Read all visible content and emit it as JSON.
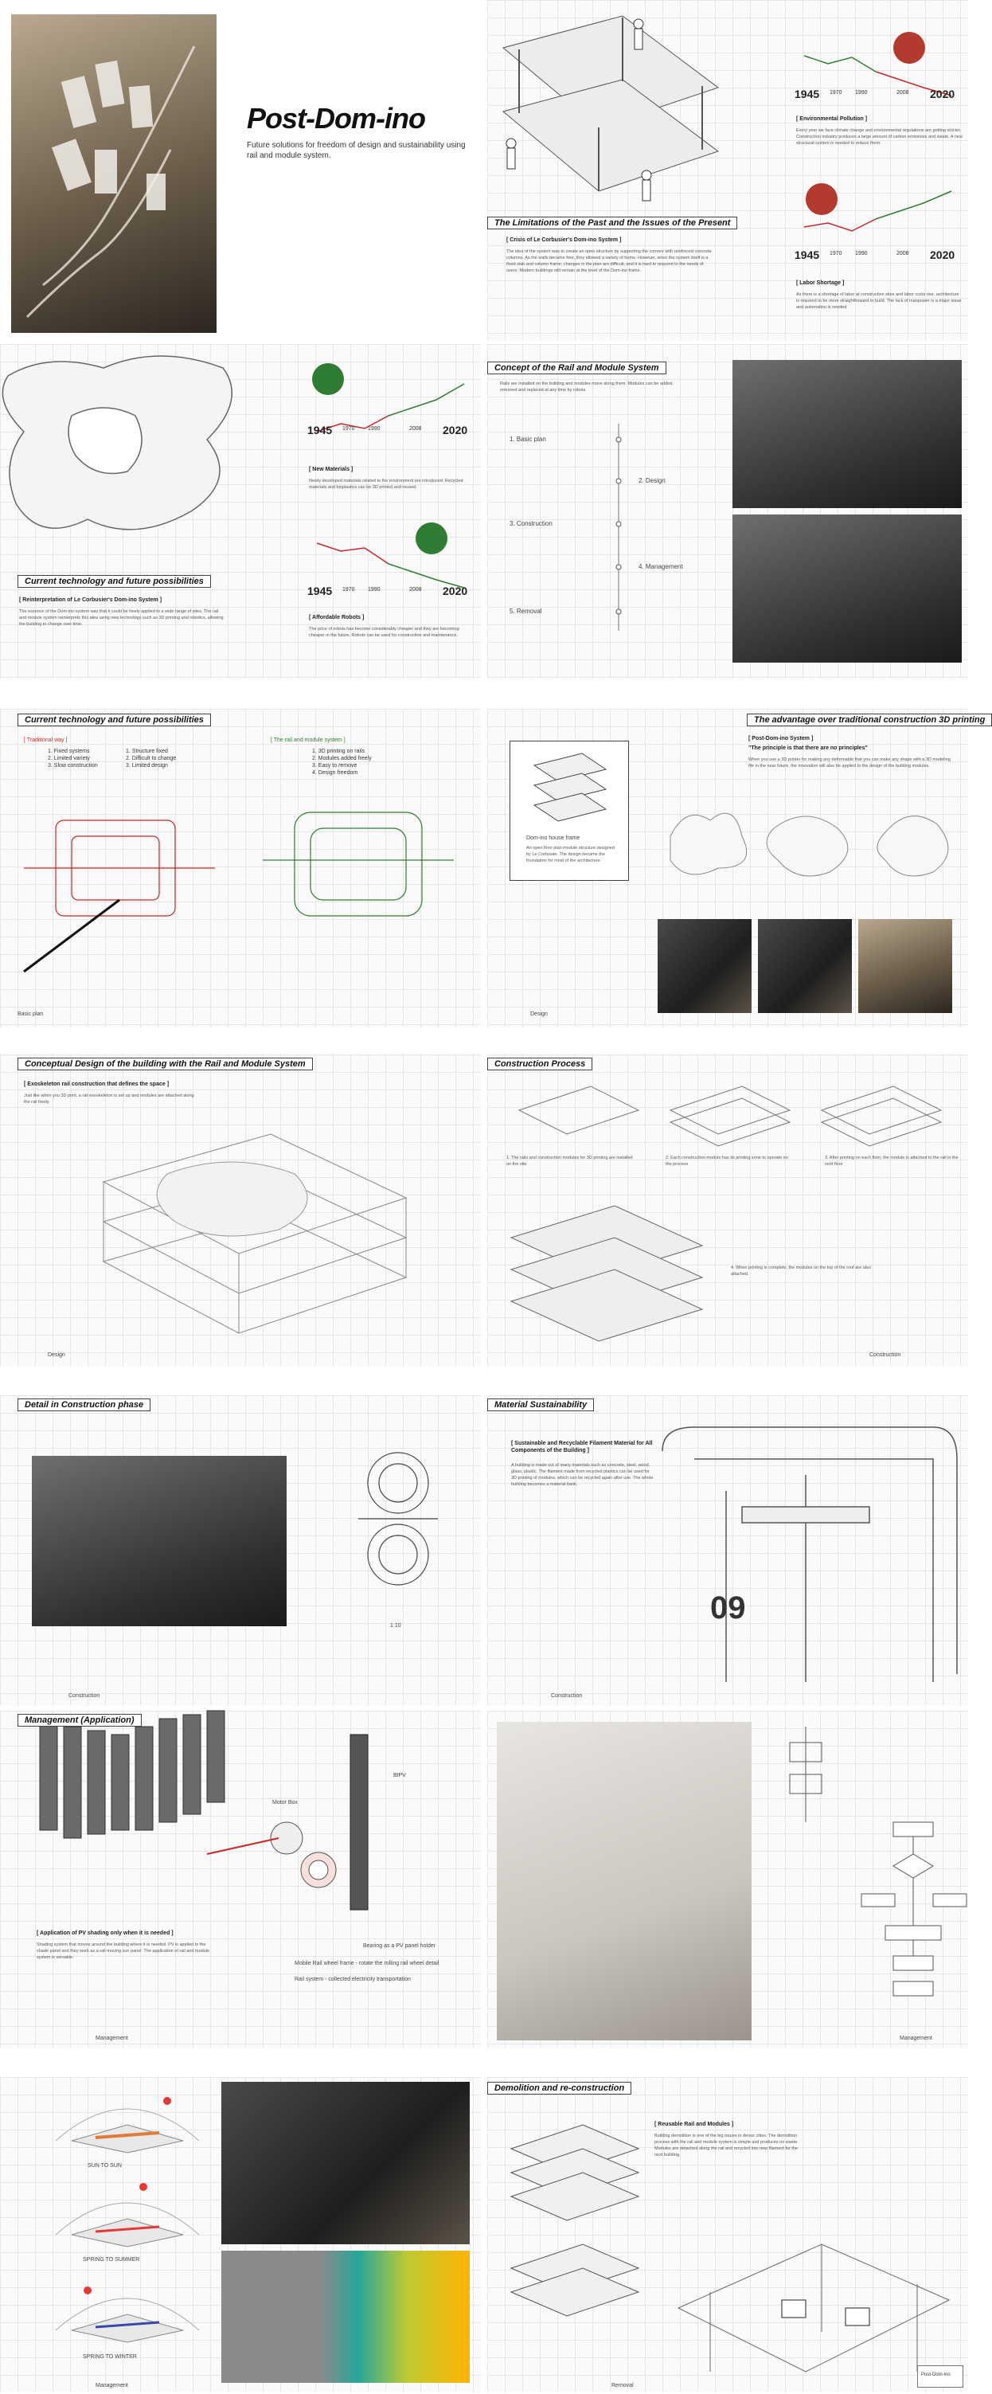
{
  "hero": {
    "title": "Post-Dom-ino",
    "subtitle": "Future solutions for freedom of design and sustainability using rail and module system."
  },
  "limitations": {
    "title": "The Limitations of the Past and the Issues of the Present",
    "crisis_heading": "[ Crisis of Le Corbusier's Dom-ino System ]",
    "crisis_body": "The idea of the system was to create an open structure by supporting the corners with reinforced concrete columns. As the walls became free, they allowed a variety of forms. However, since the system itself is a fixed slab and column frame, changes in the plan are difficult, and it is hard to respond to the needs of users. Modern buildings still remain at the level of the Dom-ino frame."
  },
  "pollution": {
    "heading": "[ Environmental Pollution ]",
    "body": "Every year we face climate change and environmental regulations are getting stricter. Construction industry produces a large amount of carbon emissions and waste. A new structural system is needed to reduce them.",
    "years": [
      "1945",
      "1970",
      "1990",
      "2008",
      "2020"
    ]
  },
  "labor": {
    "heading": "[ Labor Shortage ]",
    "body": "As there is a shortage of labor at construction sites and labor costs rise, architecture is required to be more straightforward to build. The lack of manpower is a major issue and automation is needed.",
    "years": [
      "1945",
      "1970",
      "1990",
      "2008",
      "2020"
    ]
  },
  "current_tech": {
    "title": "Current technology and future possibilities",
    "heading": "[ Reinterpretation of Le Corbusier's Dom-ino System ]",
    "body": "The essence of the Dom-ino system was that it could be freely applied to a wide range of sites. The rail and module system reinterprets this idea using new technology such as 3D printing and robotics, allowing the building to change over time."
  },
  "materials": {
    "heading": "[ New Materials ]",
    "body": "Newly developed materials related to the environment are introduced. Recycled materials and bioplastics can be 3D printed and reused.",
    "years": [
      "1945",
      "1970",
      "1990",
      "2008",
      "2020"
    ]
  },
  "robots": {
    "heading": "[ Affordable Robots ]",
    "body": "The price of robots has become considerably cheaper and they are becoming cheaper in the future. Robots can be used for construction and maintenance.",
    "years": [
      "1945",
      "1970",
      "1990",
      "2008",
      "2020"
    ]
  },
  "concept": {
    "title": "Concept of the Rail and Module System",
    "body": "Rails are installed on the building and modules move along them. Modules can be added, removed and replaced at any time by robots.",
    "steps": [
      "1. Basic plan",
      "2. Design",
      "3. Construction",
      "4. Management",
      "5. Removal"
    ]
  },
  "comparison": {
    "title": "Current technology and future possibilities",
    "traditional_label": "[ Traditional way ]",
    "rail_label": "[ The rail and module system ]",
    "traditional_items": [
      "1. Fixed systems",
      "2. Limited variety",
      "3. Slow construction"
    ],
    "traditional_cons": [
      "1. Structure fixed",
      "2. Difficult to change",
      "3. Limited design"
    ],
    "rail_items": [
      "1. 3D printing on rails",
      "2. Modules added freely",
      "3. Easy to remove",
      "4. Design freedom"
    ],
    "basic_plan_caption": "Basic plan"
  },
  "advantage": {
    "title": "The advantage over traditional construction 3D printing",
    "heading": "[ Post-Dom-ino System ]",
    "quote": "\"The principle is that there are no principles\"",
    "body": "When you use a 3D printer for making any deformable that you can make any shape with a 3D modeling file in the near future, the innovation will also be applied to the design of the building modules.",
    "domino_caption": "Dom-ino house frame",
    "domino_body": "An open floor plan module structure designed by Le Corbusier. The design became the foundation for most of the architecture.",
    "design_caption": "Design"
  },
  "conceptual": {
    "title": "Conceptual Design of the building with the Rail and Module System",
    "heading": "[ Exoskeleton rail construction that defines the space ]",
    "body": "Just like when you 3D print, a rail exoskeleton is set up and modules are attached along the rail freely.",
    "caption": "Design"
  },
  "construction": {
    "title": "Construction Process",
    "steps": [
      "1. The rails and construction modules for 3D printing are installed on the site",
      "2. Each construction module has its printing zone to operate on the process",
      "3. After printing on each floor, the module is attached to the rail in the next floor"
    ],
    "step4": "4. When printing is complete, the modules on the top of the roof are also attached.",
    "caption": "Construction"
  },
  "detail": {
    "title": "Detail in Construction phase",
    "caption": "Construction",
    "scale": "1:10"
  },
  "material_sust": {
    "title": "Material Sustainability",
    "heading": "[ Sustainable and Recyclable Filament Material for All Components of the Building ]",
    "body": "A building is made out of many materials such as concrete, steel, wood, glass, plastic. The filament made from recycled plastics can be used for 3D printing of modules, which can be recycled again after use. The whole building becomes a material bank.",
    "caption": "Construction"
  },
  "management": {
    "title": "Management (Application)",
    "heading": "[ Application of PV shading only when it is needed ]",
    "body": "Shading system that moves around the building where it is needed. PV is applied to the shade panel and they work as a rail-moving sun panel. The application of rail and module system is versatile.",
    "labels": {
      "bipv": "BIPV",
      "motor": "Motor Box",
      "bearing": "Bearing as a PV panel holder",
      "frame": "Mobile Rail wheel frame - rotate the rolling rail wheel detail",
      "rail": "Rail system - collected electricity transportation"
    },
    "caption": "Management",
    "caption2": "Management"
  },
  "solar": {
    "labels": [
      "SUN TO SUN",
      "SPRING TO SUMMER",
      "SPRING TO WINTER"
    ],
    "caption": "Management"
  },
  "demolition": {
    "title": "Demolition and re-construction",
    "heading": "[ Reusable Rail and Modules ]",
    "body": "Building demolition is one of the big issues in dense cities. The demolition process with the rail and module system is simple and produces no waste. Modules are detached along the rail and recycled into new filament for the next building.",
    "caption": "Removal",
    "footer_small": "Post-Dom-ino"
  }
}
